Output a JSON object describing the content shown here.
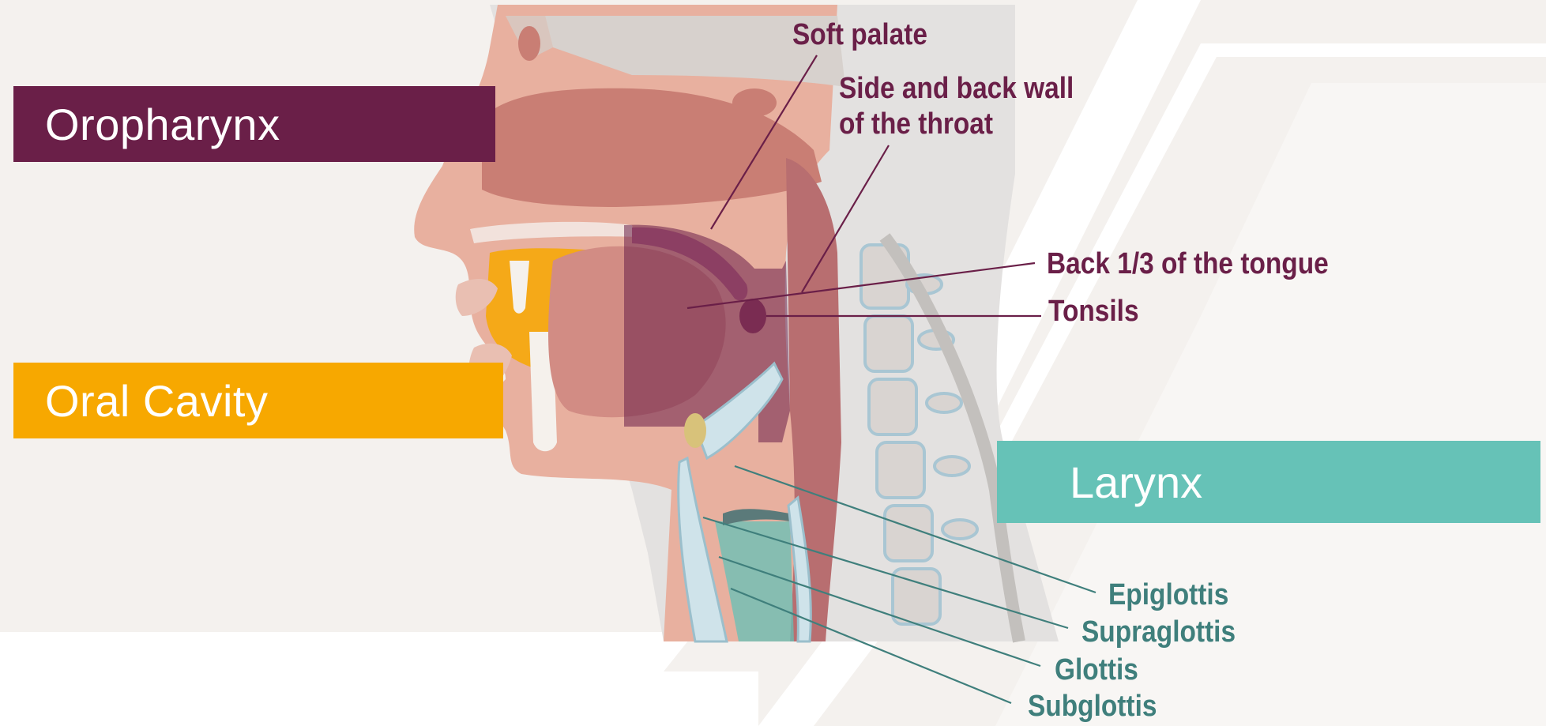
{
  "colors": {
    "background": "#f4f1ee",
    "oropharynx": "#6a1f48",
    "oral_cavity": "#f7a800",
    "larynx": "#66c2b7",
    "oropharynx_label": "#6a1f48",
    "larynx_label": "#3f7f7c"
  },
  "regions": {
    "oropharynx": "Oropharynx",
    "oral_cavity": "Oral Cavity",
    "larynx": "Larynx"
  },
  "oropharynx_labels": {
    "soft_palate": "Soft palate",
    "side_back_wall_line1": "Side and back wall",
    "side_back_wall_line2": "of the throat",
    "back_tongue": "Back 1/3 of the tongue",
    "tonsils": "Tonsils"
  },
  "larynx_labels": {
    "epiglottis": "Epiglottis",
    "supraglottis": "Supraglottis",
    "glottis": "Glottis",
    "subglottis": "Subglottis"
  }
}
